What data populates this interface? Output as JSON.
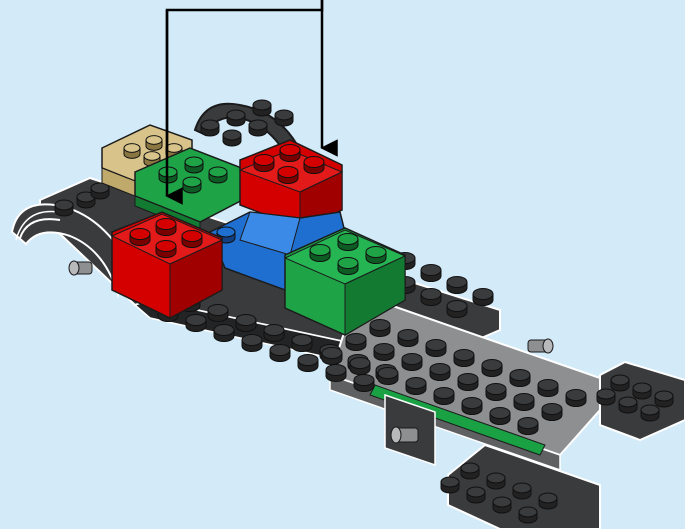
{
  "diagram": {
    "background_color": "#d3ebf9",
    "subject": "lego-car-chassis-build-step",
    "callout": {
      "type": "placement-arrows",
      "arrow_count": 2,
      "arrow_color": "#000000"
    },
    "bricks": [
      {
        "name": "red-brick-2x2-front",
        "color": "#d40000"
      },
      {
        "name": "red-brick-2x2-rear",
        "color": "#d40000"
      },
      {
        "name": "green-brick-2x2-rear",
        "color": "#1ea447"
      },
      {
        "name": "green-brick-2x2-front",
        "color": "#1ea447"
      },
      {
        "name": "blue-slope-brick",
        "color": "#1f6fd1"
      },
      {
        "name": "tan-plate",
        "color": "#d8c48a"
      }
    ],
    "plate_colors": {
      "dark_gray": "#3a3b3d",
      "light_gray": "#8d8f91",
      "green_accent": "#19a144"
    }
  }
}
